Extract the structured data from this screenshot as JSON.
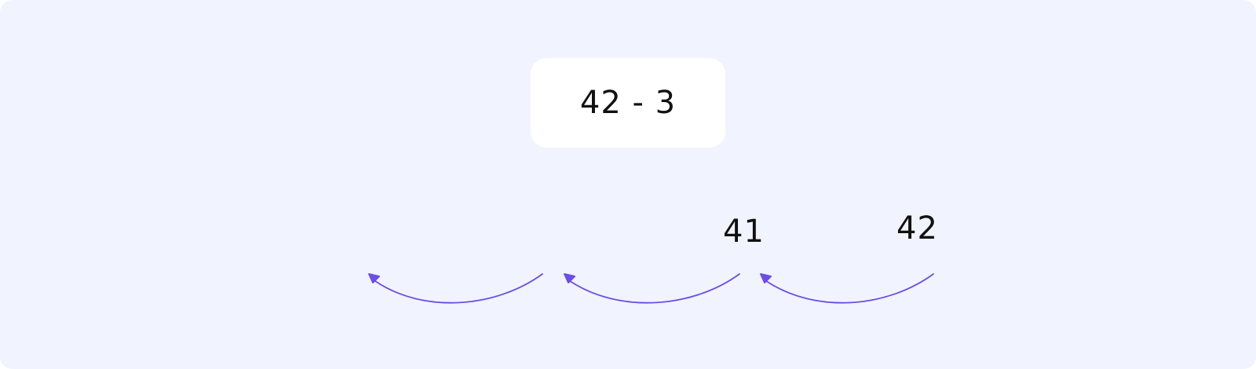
{
  "problem": {
    "expression": "42 - 3"
  },
  "number_line": {
    "labels": [
      "42",
      "41"
    ],
    "jump_count": 3
  },
  "colors": {
    "background": "#f1f3fe",
    "card": "#ffffff",
    "arrow": "#6a4ee6",
    "text": "#111111"
  }
}
